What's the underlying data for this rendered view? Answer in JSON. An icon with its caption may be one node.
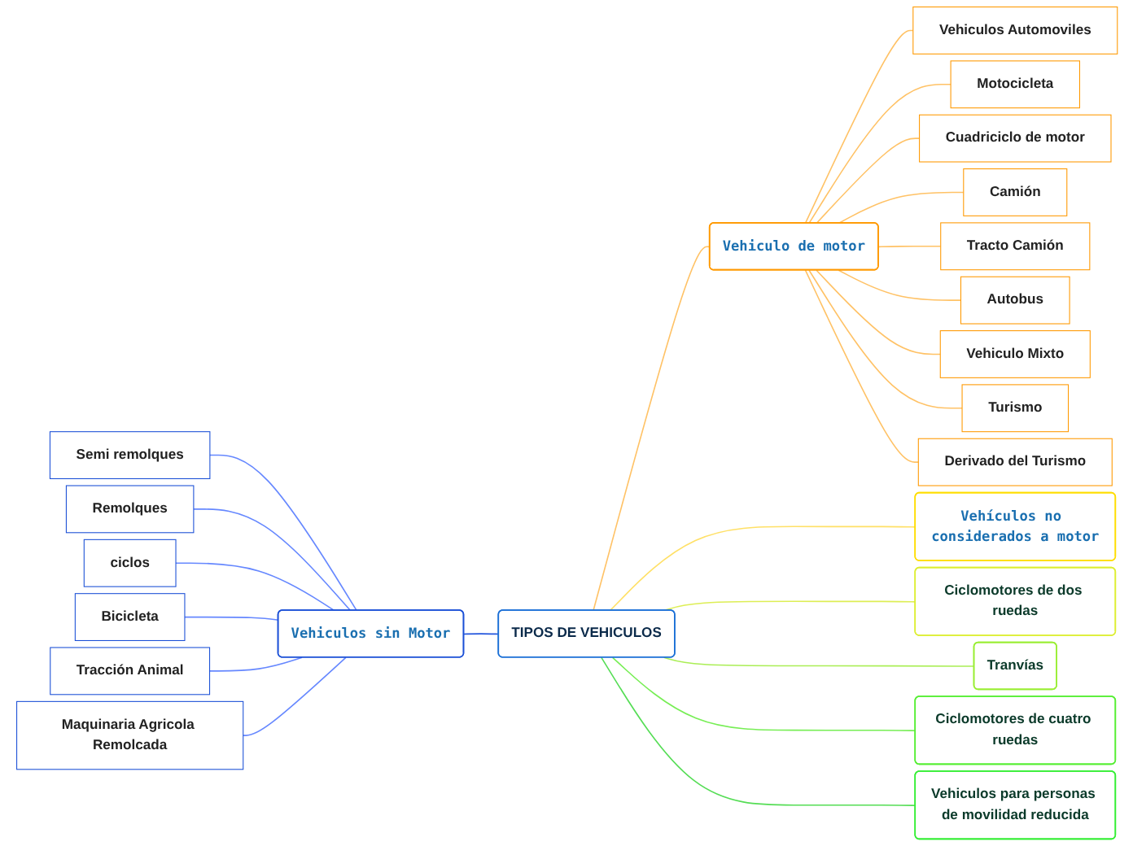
{
  "diagram": {
    "nodes": [
      {
        "text": [
          "TIPOS DE VEHICULOS"
        ]
      },
      {
        "text": [
          "Vehiculo de motor"
        ]
      },
      {
        "text": [
          "Vehiculos Automoviles"
        ]
      },
      {
        "text": [
          "Motocicleta"
        ]
      },
      {
        "text": [
          "Cuadriciclo de motor"
        ]
      },
      {
        "text": [
          "Camión"
        ]
      },
      {
        "text": [
          "Tracto Camión"
        ]
      },
      {
        "text": [
          "Autobus"
        ]
      },
      {
        "text": [
          "Vehiculo Mixto"
        ]
      },
      {
        "text": [
          "Turismo"
        ]
      },
      {
        "text": [
          "Derivado del Turismo"
        ]
      },
      {
        "text": [
          "Vehiculos sin Motor"
        ]
      },
      {
        "text": [
          "Semi remolques"
        ]
      },
      {
        "text": [
          "Remolques"
        ]
      },
      {
        "text": [
          "ciclos"
        ]
      },
      {
        "text": [
          "Bicicleta"
        ]
      },
      {
        "text": [
          "Tracción Animal"
        ]
      },
      {
        "text": [
          "Maquinaria Agricola Remolcada"
        ]
      },
      {
        "text": [
          "Vehículos no considerados a motor"
        ]
      },
      {
        "text": [
          "Ciclomotores de dos ruedas"
        ]
      },
      {
        "text": [
          "Tranvías"
        ]
      },
      {
        "text": [
          "Ciclomotores de cuatro ruedas"
        ]
      },
      {
        "text": [
          "Vehiculos para personas de movilidad reducida"
        ]
      }
    ],
    "edges": [
      {
        "from": 0,
        "to": 1,
        "arrow": "none",
        "color": "#ffc266"
      },
      {
        "from": 1,
        "to": 2,
        "arrow": "none",
        "color": "#ffc266"
      },
      {
        "from": 1,
        "to": 3,
        "arrow": "none",
        "color": "#ffc266"
      },
      {
        "from": 1,
        "to": 4,
        "arrow": "none",
        "color": "#ffc266"
      },
      {
        "from": 1,
        "to": 5,
        "arrow": "none",
        "color": "#ffc266"
      },
      {
        "from": 1,
        "to": 6,
        "arrow": "none",
        "color": "#ffc266"
      },
      {
        "from": 1,
        "to": 7,
        "arrow": "none",
        "color": "#ffc266"
      },
      {
        "from": 1,
        "to": 8,
        "arrow": "none",
        "color": "#ffc266"
      },
      {
        "from": 1,
        "to": 9,
        "arrow": "none",
        "color": "#ffc266"
      },
      {
        "from": 1,
        "to": 10,
        "arrow": "none",
        "color": "#ffc266"
      },
      {
        "from": 0,
        "to": 11,
        "arrow": "none",
        "color": "#2255dd"
      },
      {
        "from": 11,
        "to": 12,
        "arrow": "none",
        "color": "#6688ff"
      },
      {
        "from": 11,
        "to": 13,
        "arrow": "none",
        "color": "#6688ff"
      },
      {
        "from": 11,
        "to": 14,
        "arrow": "none",
        "color": "#6688ff"
      },
      {
        "from": 11,
        "to": 15,
        "arrow": "none",
        "color": "#6688ff"
      },
      {
        "from": 11,
        "to": 16,
        "arrow": "none",
        "color": "#6688ff"
      },
      {
        "from": 11,
        "to": 17,
        "arrow": "none",
        "color": "#6688ff"
      },
      {
        "from": 0,
        "to": 18,
        "arrow": "none",
        "color": "#ffe066"
      },
      {
        "from": 0,
        "to": 19,
        "arrow": "none",
        "color": "#ddee55"
      },
      {
        "from": 0,
        "to": 20,
        "arrow": "none",
        "color": "#aaee55"
      },
      {
        "from": 0,
        "to": 21,
        "arrow": "none",
        "color": "#77ee55"
      },
      {
        "from": 0,
        "to": 22,
        "arrow": "none",
        "color": "#55dd55"
      }
    ]
  }
}
